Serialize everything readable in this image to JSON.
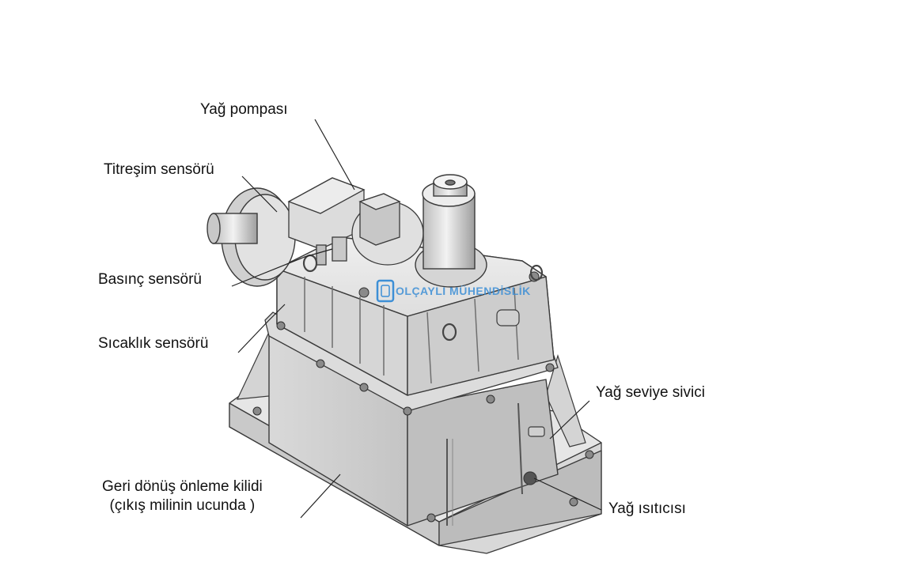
{
  "labels": {
    "oil_pump": "Yağ pompası",
    "vibration_sensor": "Titreşim sensörü",
    "pressure_sensor": "Basınç sensörü",
    "temperature_sensor": "Sıcaklık sensörü",
    "oil_level_switch": "Yağ seviye sivici",
    "backstop_line1": "Geri dönüş önleme kilidi",
    "backstop_line2": "(çıkış milinin ucunda )",
    "oil_heater": "Yağ ısıtıcısı"
  },
  "watermark": "OLÇAYLI MÜHENDİSLİK",
  "colors": {
    "body_light": "#e9e9e9",
    "body_mid": "#cfcfcf",
    "body_dark": "#a9a9a9",
    "edge": "#3a3a3a",
    "watermark": "#3d8fd6"
  }
}
